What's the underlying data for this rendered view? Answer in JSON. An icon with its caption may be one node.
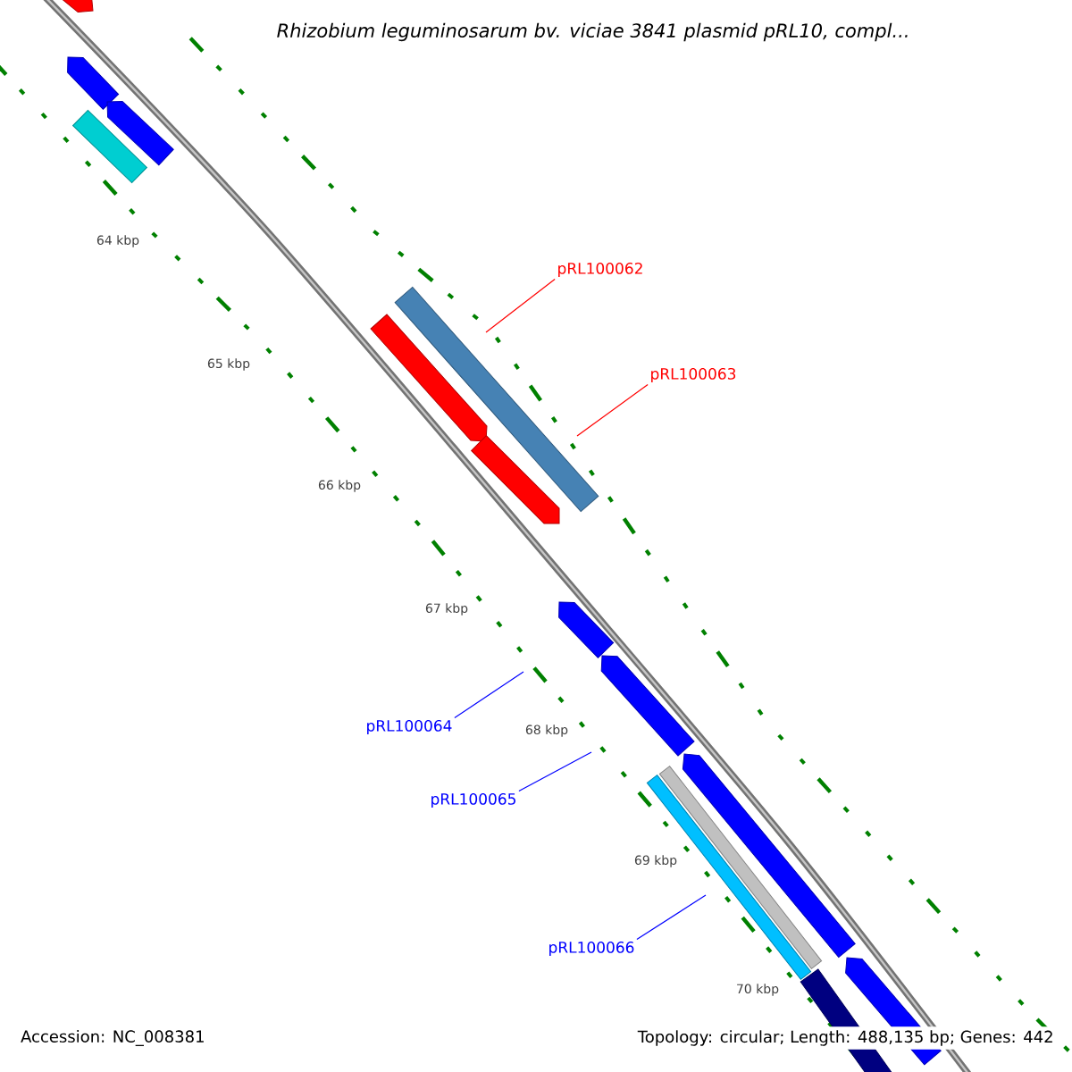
{
  "diagram": {
    "title": "Rhizobium leguminosarum bv. viciae 3841 plasmid pRL10, compl...",
    "nodes": [
      {
        "text": [
          "pRL100062"
        ]
      },
      {
        "text": [
          "pRL100063"
        ]
      },
      {
        "text": [
          "pRL100064"
        ]
      },
      {
        "text": [
          "pRL100065"
        ]
      },
      {
        "text": [
          "pRL100066"
        ]
      }
    ],
    "edges": [
      {
        "from": 0,
        "to": null,
        "arrow": "none",
        "color": "#ff0000"
      },
      {
        "from": 1,
        "to": null,
        "arrow": "none",
        "color": "#ff0000"
      },
      {
        "from": 2,
        "to": null,
        "arrow": "none"
      },
      {
        "from": 3,
        "to": null,
        "arrow": "none"
      },
      {
        "from": 4,
        "to": null,
        "arrow": "none"
      }
    ],
    "labels": [
      "64 kbp",
      "65 kbp",
      "66 kbp",
      "67 kbp",
      "68 kbp",
      "69 kbp",
      "70 kbp",
      "Accession: NC_008381",
      "Topology: circular; Length: 488,135 bp; Genes: 442"
    ]
  }
}
